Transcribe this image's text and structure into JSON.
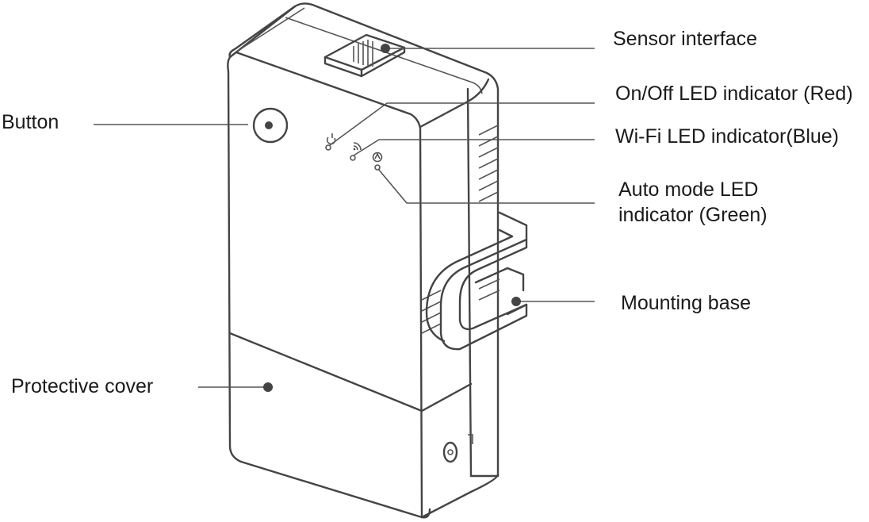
{
  "labels": {
    "button": "Button",
    "sensor_interface": "Sensor interface",
    "on_off_led": "On/Off LED indicator (Red)",
    "wifi_led": "Wi-Fi LED indicator(Blue)",
    "auto_mode_led_line1": "Auto mode LED",
    "auto_mode_led_line2": "indicator (Green)",
    "mounting_base": "Mounting base",
    "protective_cover": "Protective cover"
  },
  "icons": [
    "power-icon",
    "wifi-icon",
    "auto-mode-icon"
  ],
  "colors": {
    "line": "#444444",
    "text": "#1a1a1a",
    "background": "#ffffff"
  }
}
